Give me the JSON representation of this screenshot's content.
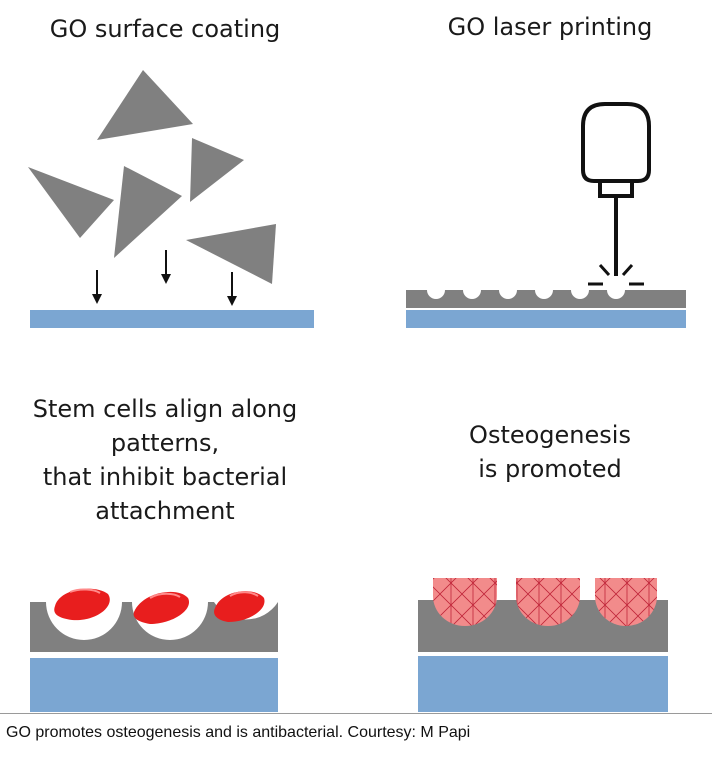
{
  "panels": {
    "coating": {
      "title": "GO surface coating"
    },
    "laser": {
      "title": "GO laser printing"
    },
    "stem": {
      "title": "Stem cells align along\npatterns,\nthat inhibit bacterial\nattachment"
    },
    "osteo": {
      "title": "Osteogenesis\nis promoted"
    }
  },
  "caption": "GO promotes osteogenesis and is antibacterial. Courtesy: M Papi",
  "colors": {
    "substrate": "#7ba6d2",
    "graphene_oxide": "#7f7f7f",
    "cell": "#e81e1e",
    "bone_tissue": "#f28b8b",
    "line": "#111111"
  }
}
